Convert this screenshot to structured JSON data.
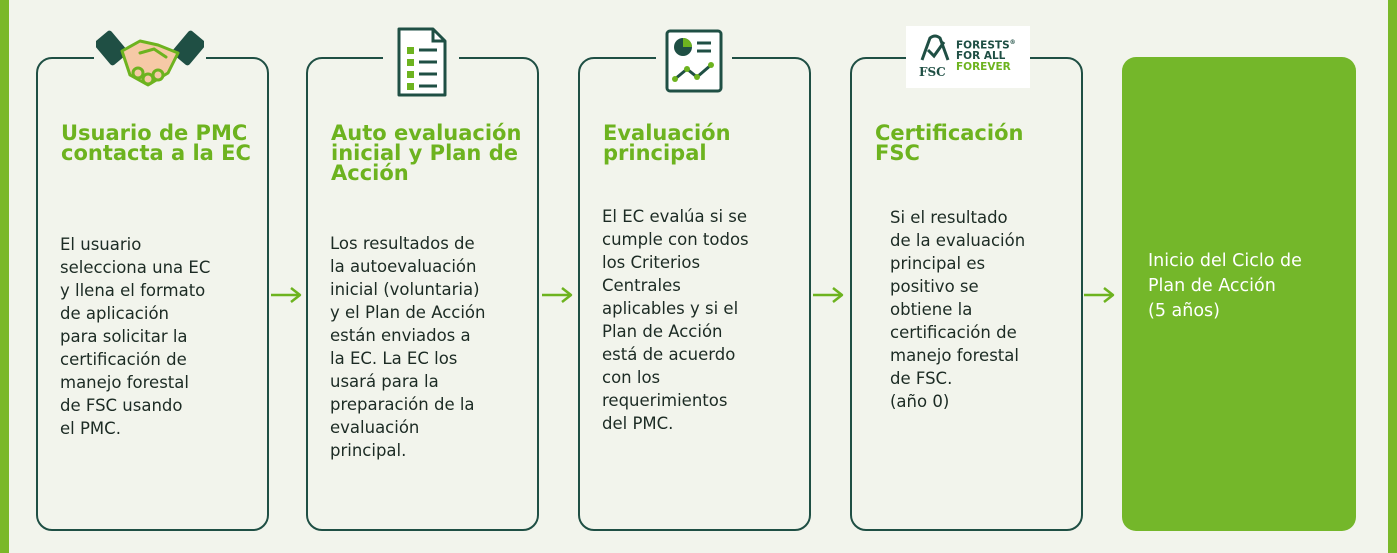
{
  "steps": [
    {
      "title": "Usuario de PMC contacta a la EC",
      "body": "El usuario\nselecciona una EC\ny llena el formato\nde aplicación\npara solicitar la\ncertificación de\nmanejo forestal\nde FSC usando\nel PMC.",
      "icon": "handshake-icon"
    },
    {
      "title": "Auto evaluación inicial y Plan de Acción",
      "body": "Los resultados de\nla autoevaluación\ninicial (voluntaria)\ny el Plan de Acción\nestán enviados a\nla EC. La EC los\nusará para la\npreparación de la\nevaluación\nprincipal.",
      "icon": "checklist-icon"
    },
    {
      "title": "Evaluación principal",
      "body": "El EC evalúa si se\ncumple con todos\nlos Criterios\nCentrales\naplicables y si el\nPlan de Acción\nestá de acuerdo\ncon los\nrequerimientos\ndel PMC.",
      "icon": "chart-report-icon"
    },
    {
      "title": "Certificación FSC",
      "body": "Si el resultado\nde la evaluación\nprincipal es\npositivo se\nobtiene la\ncertificación de\nmanejo forestal\nde FSC.\n(año 0)",
      "icon": "fsc-logo"
    }
  ],
  "final": {
    "text": "Inicio del Ciclo de\nPlan de Acción\n(5 años)"
  },
  "logo": {
    "brand": "FSC",
    "tagline_1": "FORESTS",
    "tagline_2": "FOR ALL",
    "tagline_3": "FOREVER",
    "mark": "®"
  },
  "colors": {
    "accent_green": "#6db31f",
    "final_box": "#74b72a",
    "border_dark": "#1f4f44",
    "background": "#f2f4ec"
  }
}
